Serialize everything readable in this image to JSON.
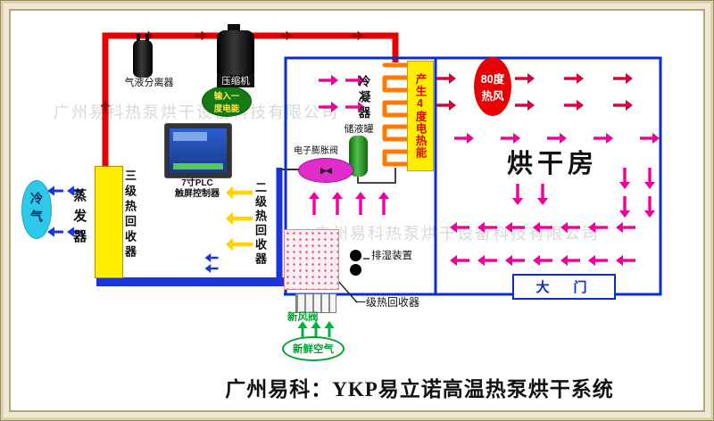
{
  "watermark": "广州易科热泵烘干设备科技有限公司",
  "footer": {
    "title": "广州易科：YKP易立诺高温热泵烘干系统"
  },
  "labels": {
    "gas_liquid_separator": "气液分离器",
    "compressor": "压缩机",
    "input_energy": [
      "输入一",
      "度电能"
    ],
    "condenser": "冷凝器",
    "heat_gain": "产生4度电热能",
    "receiver_tank": "储液罐",
    "expansion_valve": "电子膨胀阀",
    "plc": [
      "7寸PLC",
      "触屏控制器"
    ],
    "stage3_recovery": "三级热回收器",
    "evaporator": "蒸发器",
    "cold_air": "冷气",
    "stage2_recovery": "二级热回收器",
    "stage1_recovery": "一级热回收器",
    "dehumidifier": "排湿装置",
    "fresh_air_valve": "新风阀",
    "fresh_air": "新鲜空气",
    "hot_air": [
      "80度",
      "热风"
    ],
    "drying_room": "烘干房",
    "door": "大　门"
  },
  "icons": {
    "valve_icon": "▶◀"
  },
  "colors": {
    "pipe_hot": "#e60000",
    "pipe_hot_arrow": "#990000",
    "pipe_cold": "#1b35d8",
    "room_outline": "#0a2ecc",
    "arrow_magenta": "#ee0099",
    "arrow_crimson": "#d6003c",
    "arrow_yellow": "#ffd400",
    "arrow_green": "#00b33c",
    "arrow_blue": "#1b35d8",
    "condenser_coil": "#ff7a00",
    "evaporator_coil": "#ee1111"
  }
}
